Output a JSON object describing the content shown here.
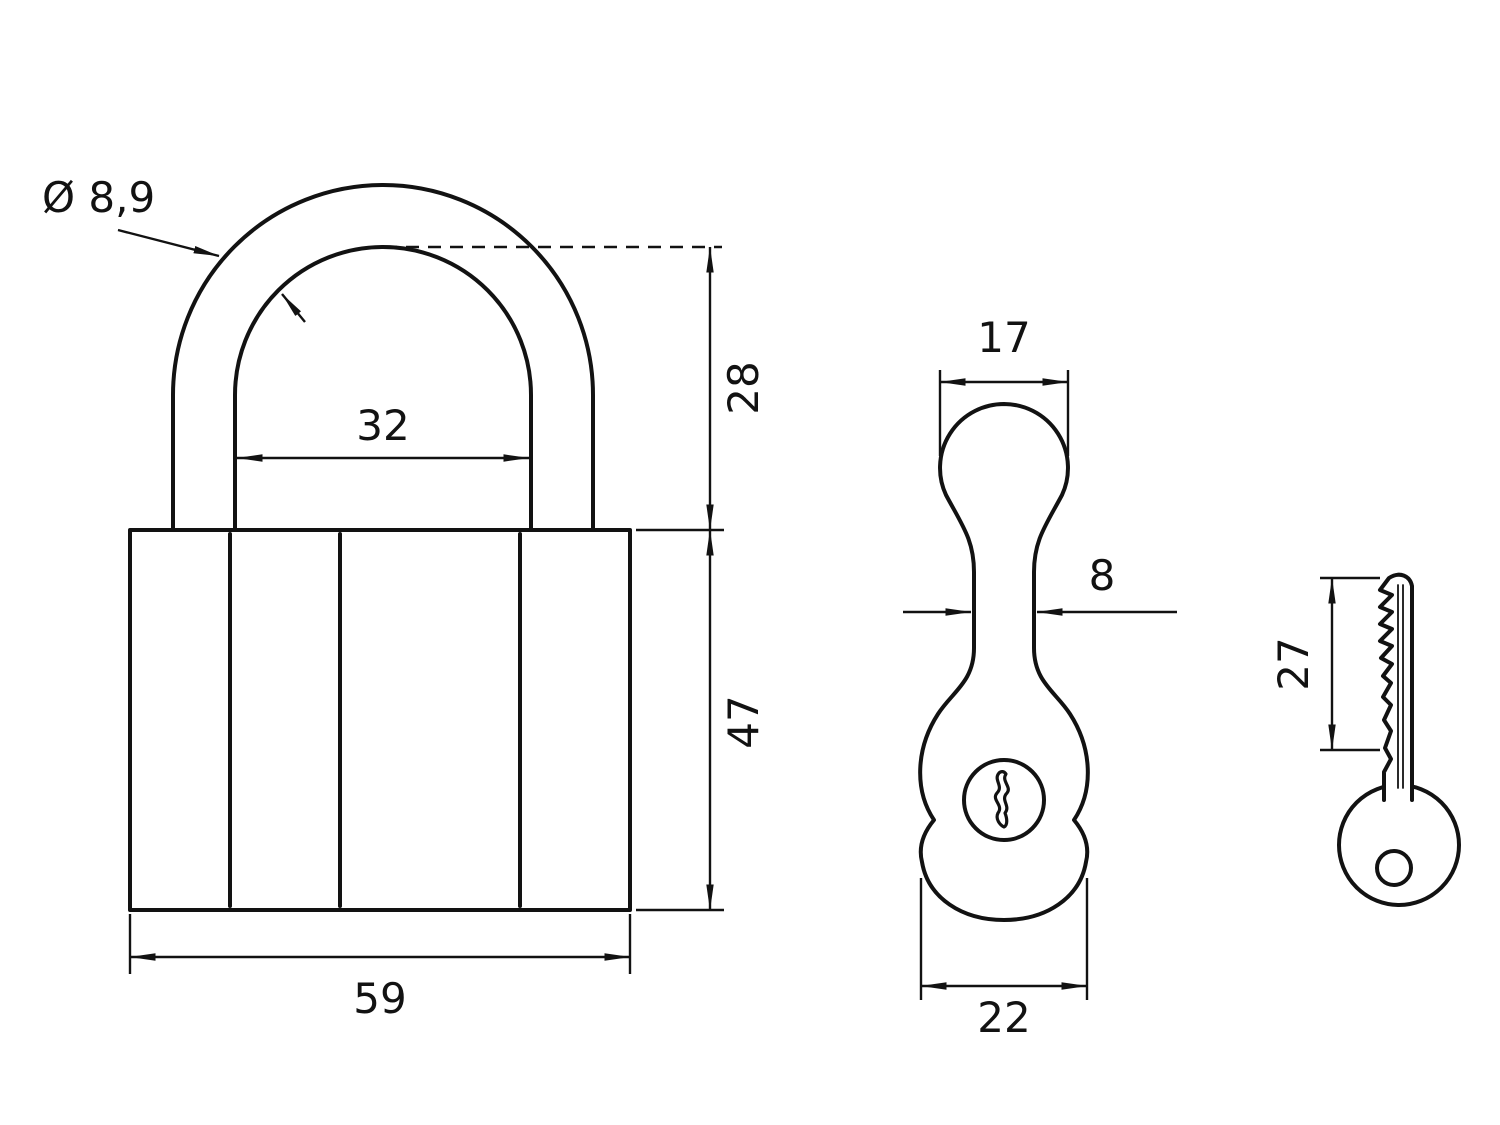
{
  "drawing": {
    "background": "#ffffff",
    "stroke_color": "#121212",
    "groove_color": "#c9c9c9",
    "front_view": {
      "dim_shackle_diameter": "Ø 8,9",
      "dim_inner_width": "32",
      "dim_shackle_height": "28",
      "dim_body_height": "47",
      "dim_body_width": "59"
    },
    "side_view": {
      "dim_top_width": "17",
      "dim_neck_width": "8",
      "dim_bottom_width": "22"
    },
    "key_view": {
      "dim_blade_length": "27"
    }
  }
}
